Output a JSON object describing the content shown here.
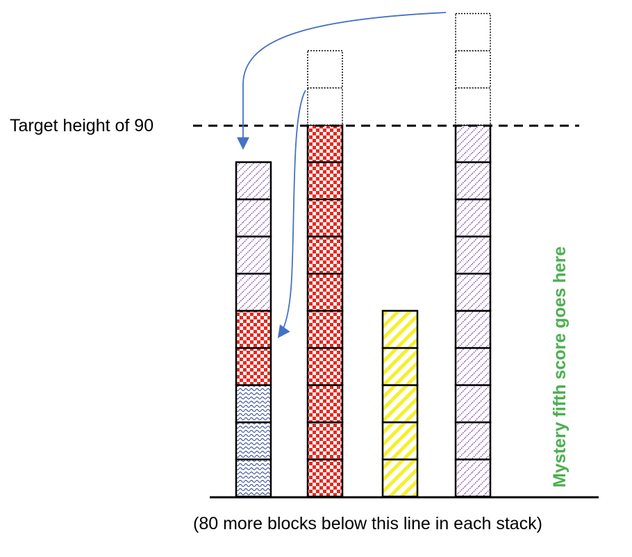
{
  "labels": {
    "target": "Target height of 90",
    "baseline_note": "(80 more blocks below this line in each stack)",
    "mystery": "Mystery fifth score goes here"
  },
  "colors": {
    "purple": "#7030a0",
    "red": "#e8281e",
    "blue": "#1f3a8a",
    "yellow": "#f5f02a",
    "arrow": "#4472c4",
    "mystery_text": "#4caf50",
    "line": "#000000"
  },
  "stacks": [
    {
      "id": "stack-1",
      "blocks_bottom_to_top": [
        "blue",
        "blue",
        "blue",
        "red",
        "red",
        "purple",
        "purple",
        "purple",
        "purple"
      ],
      "empty_slots": 0
    },
    {
      "id": "stack-2",
      "blocks_bottom_to_top": [
        "red",
        "red",
        "red",
        "red",
        "red",
        "red",
        "red",
        "red",
        "red",
        "red"
      ],
      "empty_slots": 2
    },
    {
      "id": "stack-3",
      "blocks_bottom_to_top": [
        "yellow",
        "yellow",
        "yellow",
        "yellow",
        "yellow"
      ],
      "empty_slots": 0
    },
    {
      "id": "stack-4",
      "blocks_bottom_to_top": [
        "purple",
        "purple",
        "purple",
        "purple",
        "purple",
        "purple",
        "purple",
        "purple",
        "purple",
        "purple"
      ],
      "empty_slots": 3
    }
  ],
  "arrows": [
    {
      "id": "arrow-stack4-to-stack1",
      "from": "stack-4",
      "to": "stack-1"
    },
    {
      "id": "arrow-stack2-to-stack1",
      "from": "stack-2",
      "to": "stack-1"
    }
  ]
}
